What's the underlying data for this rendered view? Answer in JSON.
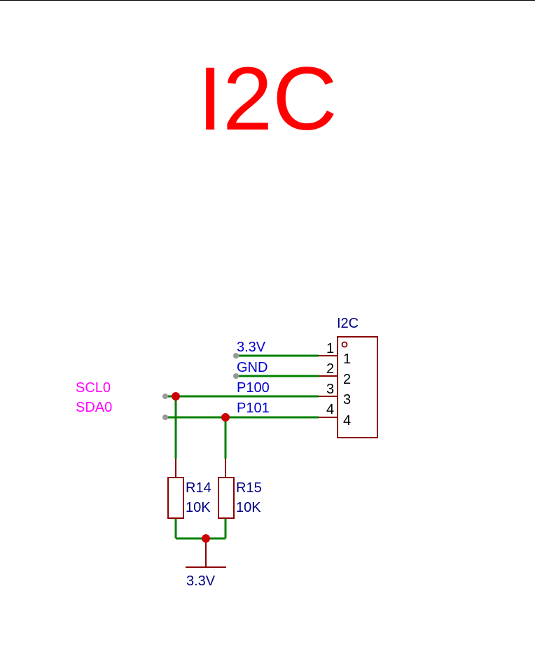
{
  "title": "I2C",
  "colors": {
    "title": "#ff0000",
    "wire": "#008000",
    "component": "#8b0000",
    "junction": "#cc0000",
    "net_label": "#0000cc",
    "port_label": "#ff00ff",
    "pin_number": "#000000"
  },
  "connector": {
    "designator": "I2C",
    "pins": [
      {
        "number": "1",
        "inner": "1",
        "net": "3.3V"
      },
      {
        "number": "2",
        "inner": "2",
        "net": "GND"
      },
      {
        "number": "3",
        "inner": "3",
        "net": "P100"
      },
      {
        "number": "4",
        "inner": "4",
        "net": "P101"
      }
    ]
  },
  "ports": {
    "scl": "SCL0",
    "sda": "SDA0"
  },
  "resistors": [
    {
      "designator": "R14",
      "value": "10K"
    },
    {
      "designator": "R15",
      "value": "10K"
    }
  ],
  "power": {
    "label": "3.3V"
  }
}
